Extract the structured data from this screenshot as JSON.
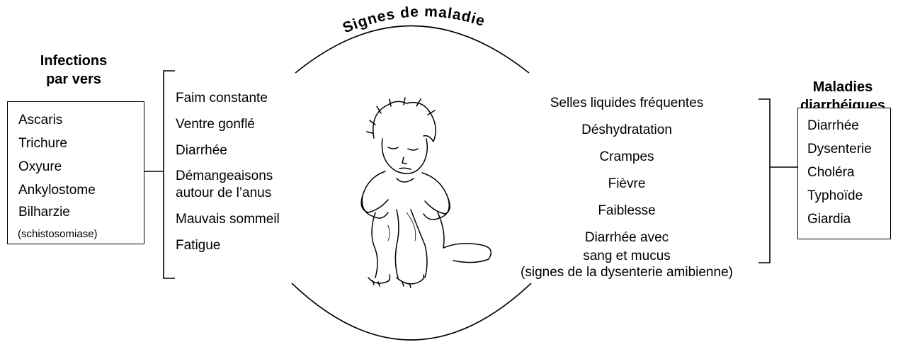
{
  "center": {
    "title": "Signes de maladie"
  },
  "left_group": {
    "title_line1": "Infections",
    "title_line2": "par vers",
    "items": [
      "Ascaris",
      "Trichure",
      "Oxyure",
      "Ankylostome",
      "Bilharzie"
    ],
    "items_note": "(schistosomiase)",
    "signs": [
      "Faim constante",
      "Ventre gonflé",
      "Diarrhée",
      "Démangeaisons",
      "autour de l’anus",
      "Mauvais sommeil",
      "Fatigue"
    ]
  },
  "right_group": {
    "title_line1": "Maladies",
    "title_line2": "diarrhéiques",
    "items": [
      "Diarrhée",
      "Dysenterie",
      "Choléra",
      "Typhoïde",
      "Giardia"
    ],
    "signs": [
      "Selles liquides fréquentes",
      "Déshydratation",
      "Crampes",
      "Fièvre",
      "Faiblesse",
      "Diarrhée avec",
      "sang et mucus"
    ],
    "signs_note": "(signes de la dysenterie amibienne)"
  }
}
